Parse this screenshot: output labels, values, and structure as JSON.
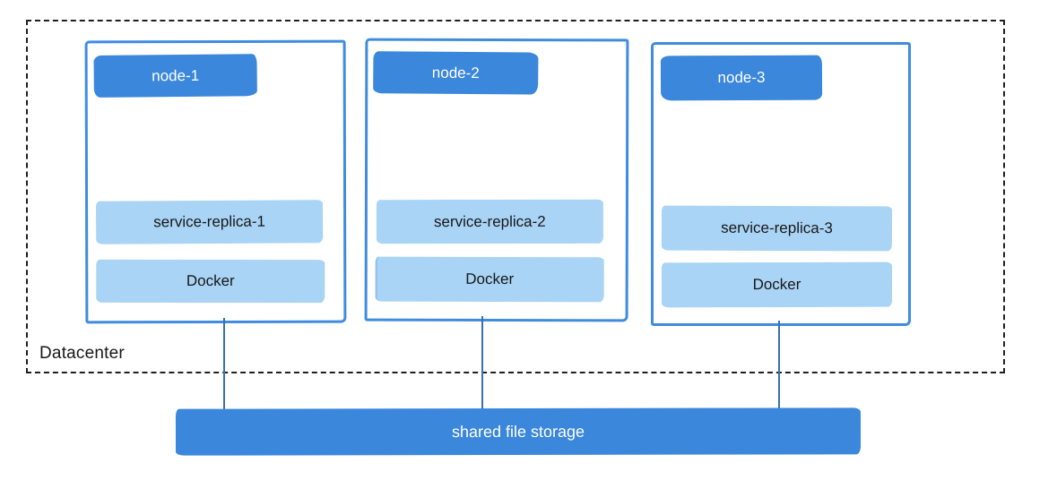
{
  "diagram": {
    "title": "datacenter-nodes-shared-storage",
    "colors": {
      "header_fill": "#3b87db",
      "bar_fill": "#a9d4f5",
      "node_border": "#3f8cdf",
      "connector": "#3572b0",
      "dashed_border": "#1f1f1f",
      "header_text": "#ffffff",
      "bar_text": "#181818"
    },
    "datacenter": {
      "label": "Datacenter"
    },
    "nodes": [
      {
        "label": "node-1",
        "service": "service-replica-1",
        "runtime": "Docker"
      },
      {
        "label": "node-2",
        "service": "service-replica-2",
        "runtime": "Docker"
      },
      {
        "label": "node-3",
        "service": "service-replica-3",
        "runtime": "Docker"
      }
    ],
    "storage": {
      "label": "shared file storage"
    }
  }
}
